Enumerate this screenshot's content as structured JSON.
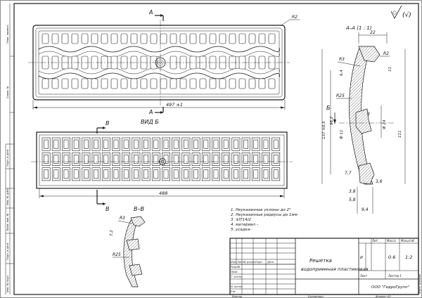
{
  "top_view": {
    "section_label_top": "А",
    "section_label_bottom": "А",
    "radius_label": "R2",
    "length_dim": "497 ±1"
  },
  "bottom_view": {
    "title": "ВИД Б",
    "section_label_top": "В",
    "section_label_bottom": "В",
    "length_dim": "488"
  },
  "section_aa": {
    "title": "А–А (1 : 1)",
    "view_arrow_label": "Б",
    "dims": {
      "width_top": "22",
      "r3": "R3",
      "r2": "R2",
      "d64": "6,4",
      "d11": "11",
      "r25": "R25",
      "d9": "9",
      "d962": "96,2",
      "d137": "137 ±0,5",
      "phi11": "Ф 11",
      "phi24": "Ф 24",
      "d111": "111",
      "d77": "7,7",
      "d36": "3,6",
      "d38": "3,8",
      "d58": "5,8",
      "d94": "9,4"
    }
  },
  "section_vv": {
    "title": "В–В",
    "r3": "R3",
    "d72": "7,2",
    "r25": "R25"
  },
  "notes": [
    "1.  Неуказанные уклоны до 2°",
    "2.  Неуказанные радиусы до 1мм",
    "3.  ±IT14/2",
    "4.  материал –",
    "5.  усадка–"
  ],
  "roughness_mark": "(√)",
  "title_block": {
    "name_line1": "Решетка",
    "name_line2": "водоприемная пластиковая",
    "col_lit": "Лит.",
    "col_mass": "Масса",
    "col_scale": "Масштаб",
    "mass": "0.6",
    "scale": "1:2",
    "sheet": "Лист",
    "sheets": "Листов 1",
    "company": "ООО \"ГидроГрупп\"",
    "row_izm": "Изм.",
    "row_list": "Лист",
    "row_ndoc": "№ докум.",
    "row_sign": "Подп.",
    "row_date": "Дата",
    "razrab": "Разраб.",
    "prov": "Пров.",
    "tkontr": "Т. контр.",
    "nkontr": "Н. контр.",
    "utv": "Утв.",
    "lit_u": "И"
  },
  "side_stamps": [
    "Перв. примен.",
    "Справ. №",
    "Подп. и дата",
    "Инв. № дубл.",
    "Взам. инв. №",
    "Подп. и дата",
    "Инв. № подл."
  ],
  "bottom_bar": {
    "kopiroval": "Копировал",
    "format": "Формат А3",
    "versiya": "Версия",
    "right_note": "Autor: Kompas"
  }
}
